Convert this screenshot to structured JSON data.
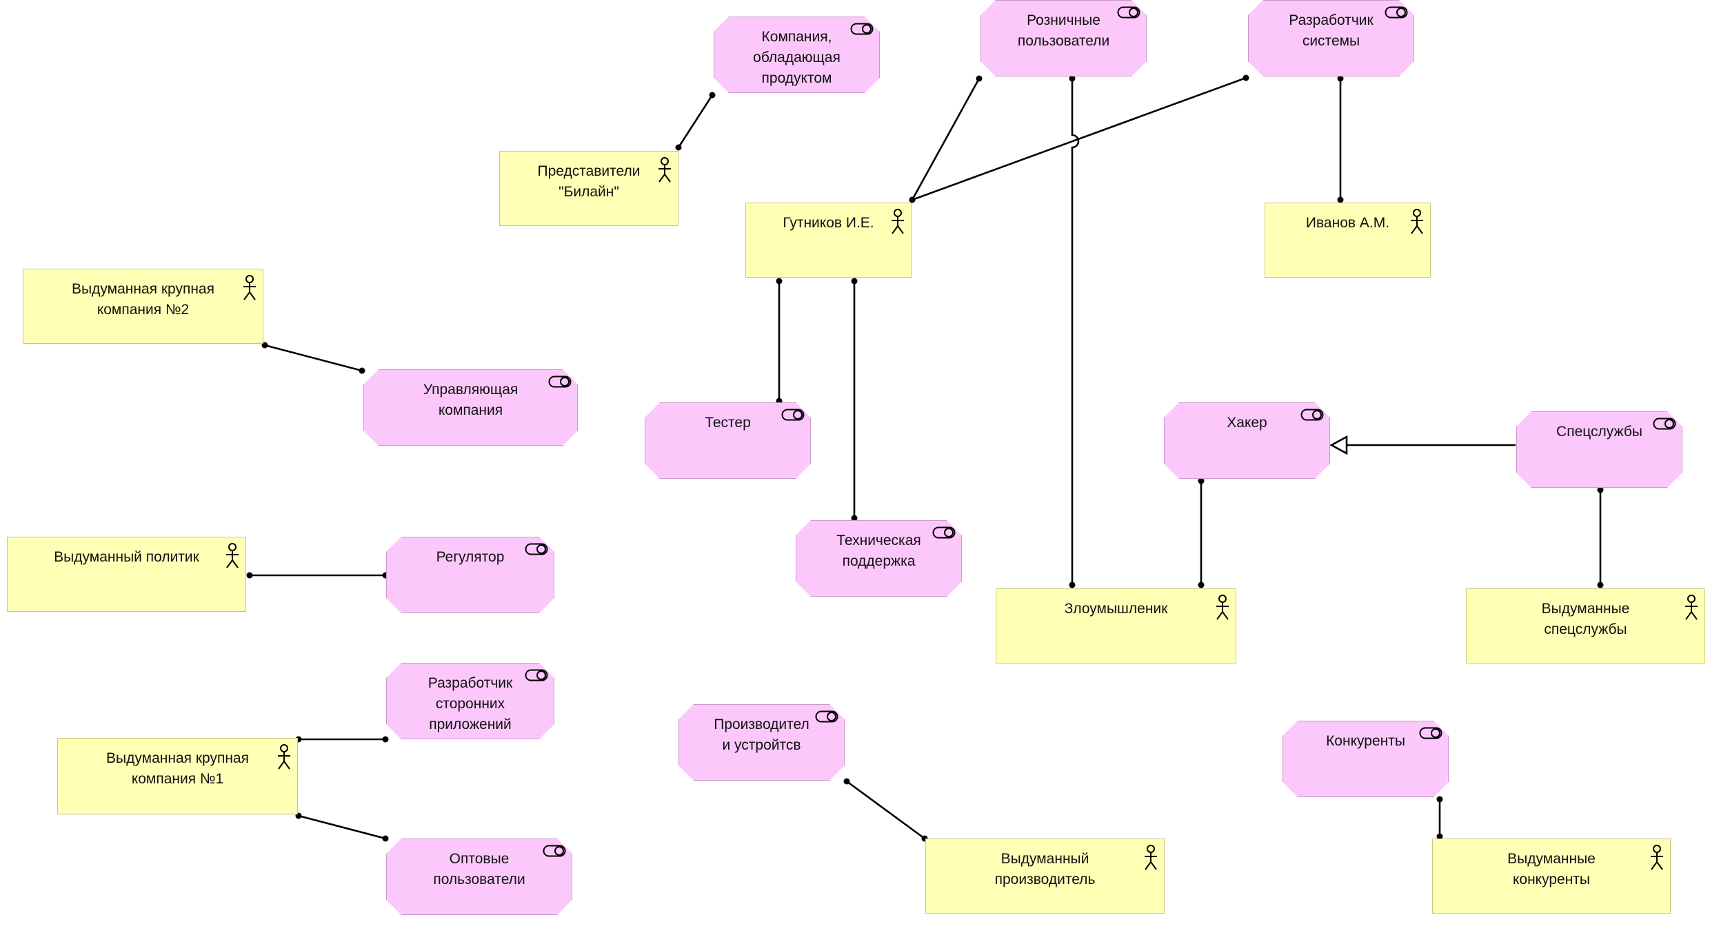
{
  "nodes": [
    {
      "id": "company_owner",
      "kind": "role",
      "text": "Компания,\nобладающая\nпродуктом",
      "icon": "role-toggle-icon"
    },
    {
      "id": "retail_users",
      "kind": "role",
      "text": "Розничные\nпользователи",
      "icon": "role-toggle-icon"
    },
    {
      "id": "system_developer",
      "kind": "role",
      "text": "Разработчик\nсистемы",
      "icon": "role-toggle-icon"
    },
    {
      "id": "beeline_reps",
      "kind": "actor",
      "text": "Представители\n\"Билайн\"",
      "icon": "stick-figure-icon"
    },
    {
      "id": "gutnikov",
      "kind": "actor",
      "text": "Гутников И.Е.",
      "icon": "stick-figure-icon"
    },
    {
      "id": "ivanov",
      "kind": "actor",
      "text": "Иванов А.М.",
      "icon": "stick-figure-icon"
    },
    {
      "id": "fictional_big_2",
      "kind": "actor",
      "text": "Выдуманная крупная\nкомпания №2",
      "icon": "stick-figure-icon"
    },
    {
      "id": "managing_company",
      "kind": "role",
      "text": "Управляющая\nкомпания",
      "icon": "role-toggle-icon"
    },
    {
      "id": "tester",
      "kind": "role",
      "text": "Тестер",
      "icon": "role-toggle-icon"
    },
    {
      "id": "hacker",
      "kind": "role",
      "text": "Хакер",
      "icon": "role-toggle-icon"
    },
    {
      "id": "special_services",
      "kind": "role",
      "text": "Спецслужбы",
      "icon": "role-toggle-icon"
    },
    {
      "id": "fictional_politician",
      "kind": "actor",
      "text": "Выдуманный политик",
      "icon": "stick-figure-icon"
    },
    {
      "id": "regulator",
      "kind": "role",
      "text": "Регулятор",
      "icon": "role-toggle-icon"
    },
    {
      "id": "tech_support",
      "kind": "role",
      "text": "Техническая\nподдержка",
      "icon": "role-toggle-icon"
    },
    {
      "id": "intruder",
      "kind": "actor",
      "text": "Злоумышленик",
      "icon": "stick-figure-icon"
    },
    {
      "id": "fictional_services",
      "kind": "actor",
      "text": "Выдуманные\nспецслужбы",
      "icon": "stick-figure-icon"
    },
    {
      "id": "third_party_dev",
      "kind": "role",
      "text": "Разработчик\nсторонних\nприложений",
      "icon": "role-toggle-icon"
    },
    {
      "id": "fictional_big_1",
      "kind": "actor",
      "text": "Выдуманная крупная\nкомпания №1",
      "icon": "stick-figure-icon"
    },
    {
      "id": "device_makers",
      "kind": "role",
      "text": "Производител\nи устройтсв",
      "icon": "role-toggle-icon"
    },
    {
      "id": "competitors",
      "kind": "role",
      "text": "Конкуренты",
      "icon": "role-toggle-icon"
    },
    {
      "id": "wholesale_users",
      "kind": "role",
      "text": "Оптовые\nпользователи",
      "icon": "role-toggle-icon"
    },
    {
      "id": "fictional_maker",
      "kind": "actor",
      "text": "Выдуманный\nпроизводитель",
      "icon": "stick-figure-icon"
    },
    {
      "id": "fictional_competitors",
      "kind": "actor",
      "text": "Выдуманные\nконкуренты",
      "icon": "stick-figure-icon"
    }
  ],
  "relations": [
    {
      "from": "beeline_reps",
      "to": "company_owner",
      "type": "assignment"
    },
    {
      "from": "gutnikov",
      "to": "retail_users",
      "type": "assignment"
    },
    {
      "from": "gutnikov",
      "to": "system_developer",
      "type": "assignment"
    },
    {
      "from": "ivanov",
      "to": "system_developer",
      "type": "assignment"
    },
    {
      "from": "intruder",
      "to": "retail_users",
      "type": "assignment"
    },
    {
      "from": "fictional_big_2",
      "to": "managing_company",
      "type": "assignment"
    },
    {
      "from": "gutnikov",
      "to": "tester",
      "type": "assignment"
    },
    {
      "from": "gutnikov",
      "to": "tech_support",
      "type": "assignment"
    },
    {
      "from": "intruder",
      "to": "hacker",
      "type": "assignment"
    },
    {
      "from": "special_services",
      "to": "hacker",
      "type": "specialization"
    },
    {
      "from": "fictional_services",
      "to": "special_services",
      "type": "assignment"
    },
    {
      "from": "fictional_politician",
      "to": "regulator",
      "type": "assignment"
    },
    {
      "from": "fictional_big_1",
      "to": "third_party_dev",
      "type": "assignment"
    },
    {
      "from": "fictional_big_1",
      "to": "wholesale_users",
      "type": "assignment"
    },
    {
      "from": "fictional_maker",
      "to": "device_makers",
      "type": "assignment"
    },
    {
      "from": "fictional_competitors",
      "to": "competitors",
      "type": "assignment"
    }
  ],
  "colors": {
    "actor_fill": "#ffffb5",
    "actor_border": "#c9c97a",
    "role_fill": "#fcc8fc",
    "role_border": "#c99ac9",
    "line": "#000000"
  }
}
